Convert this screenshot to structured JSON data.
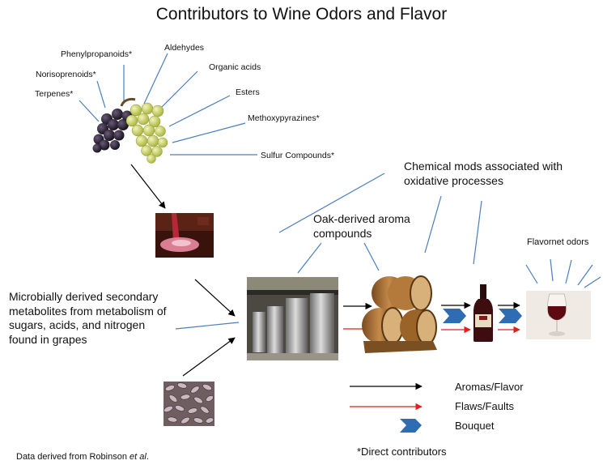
{
  "title": "Contributors to Wine Odors  and Flavor",
  "grape_compounds": [
    "Phenylpropanoids*",
    "Aldehydes",
    "Norisoprenoids*",
    "Organic acids",
    "Terpenes*",
    "Esters",
    "Methoxypyrazines*",
    "Sulfur Compounds*"
  ],
  "oxidative_label": "Chemical mods associated with oxidative processes",
  "oak_label": "Oak-derived aroma compounds",
  "microbial_label": "Microbially derived secondary metabolites from metabolism of sugars, acids, and nitrogen found in grapes",
  "flavornet_label": "Flavornet odors",
  "legend": [
    {
      "label": "Aromas/Flavor",
      "color": "#000000"
    },
    {
      "label": "Flaws/Faults",
      "color": "#e0201b"
    },
    {
      "label": "Bouquet",
      "color": "#2e6db4"
    }
  ],
  "direct_note": "*Direct contributors",
  "footer": {
    "text": "Data derived from Robinson ",
    "italic": "et al",
    "end": "."
  },
  "colors": {
    "line_blue": "#4a7ebb",
    "arrow_black": "#000000",
    "arrow_red": "#e0201b",
    "chevron_blue": "#2e6db4"
  }
}
